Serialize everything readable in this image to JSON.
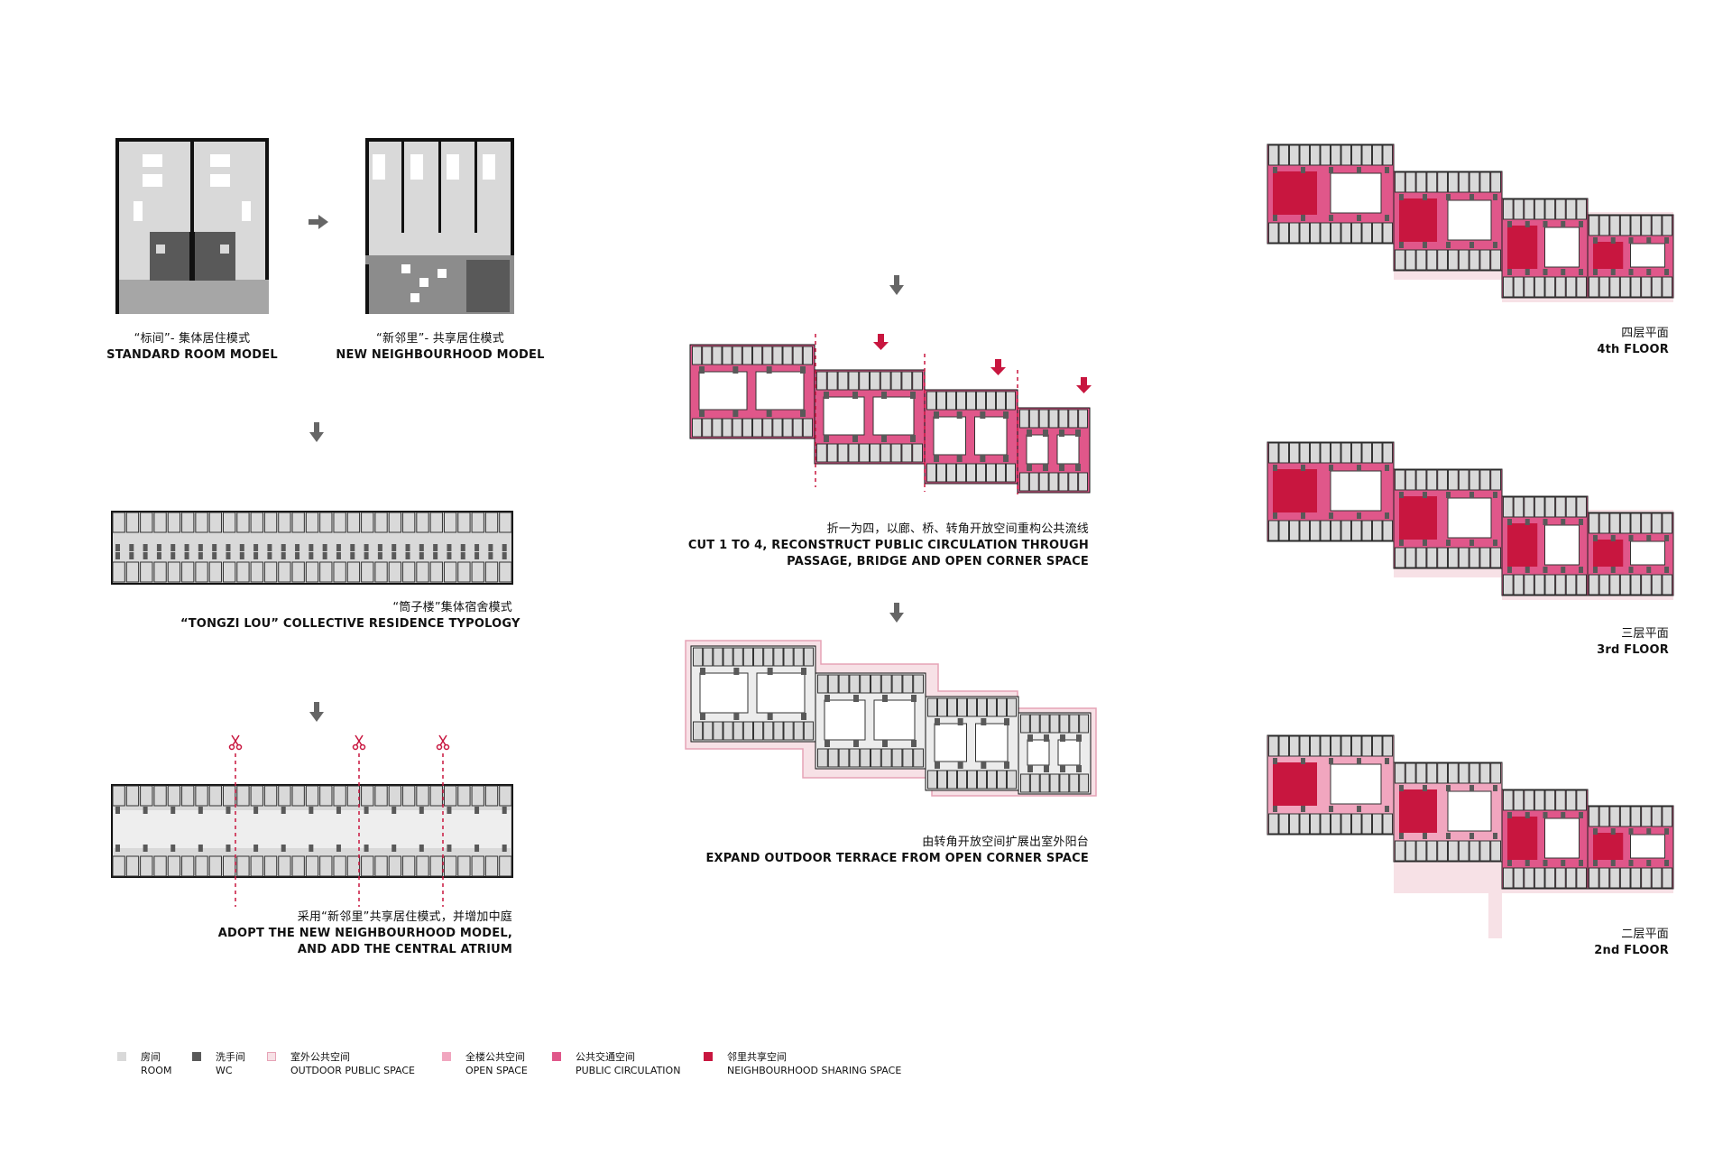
{
  "colors": {
    "room": "#d9d9d9",
    "wc": "#595959",
    "outdoor": "#f7e1e6",
    "open": "#f1a6bf",
    "circulation": "#e0578a",
    "sharing": "#c8163f",
    "scissor": "#c8163f",
    "cut_line": "#c8163f"
  },
  "steps": {
    "standard": {
      "zh": "“标间”- 集体居住模式",
      "en": "STANDARD ROOM MODEL"
    },
    "neighbourhood": {
      "zh": "“新邻里”- 共享居住模式",
      "en": "NEW NEIGHBOURHOOD MODEL"
    },
    "tongzi": {
      "zh": "“筒子楼”集体宿舍模式",
      "en": "“TONGZI LOU” COLLECTIVE RESIDENCE TYPOLOGY"
    },
    "adopt": {
      "zh": "采用“新邻里”共享居住模式，并增加中庭",
      "en1": "ADOPT THE NEW  NEIGHBOURHOOD MODEL,",
      "en2": "AND ADD THE  CENTRAL ATRIUM"
    },
    "cut": {
      "zh": "折一为四，以廊、桥、转角开放空间重构公共流线",
      "en1": "CUT 1 TO 4, RECONSTRUCT PUBLIC CIRCULATION THROUGH",
      "en2": "PASSAGE, BRIDGE AND OPEN CORNER SPACE"
    },
    "expand": {
      "zh": "由转角开放空间扩展出室外阳台",
      "en": "EXPAND OUTDOOR TERRACE FROM OPEN CORNER SPACE"
    }
  },
  "floors": [
    {
      "zh": "四层平面",
      "en": "4th FLOOR"
    },
    {
      "zh": "三层平面",
      "en": "3rd FLOOR"
    },
    {
      "zh": "二层平面",
      "en": "2nd FLOOR"
    }
  ],
  "legend": [
    {
      "zh": "房间",
      "en": "ROOM",
      "color": "#d9d9d9"
    },
    {
      "zh": "洗手间",
      "en": "WC",
      "color": "#595959"
    },
    {
      "zh": "室外公共空间",
      "en": "OUTDOOR PUBLIC SPACE",
      "color": "#f7e1e6"
    },
    {
      "zh": "全楼公共空间",
      "en": "OPEN SPACE",
      "color": "#f1a6bf"
    },
    {
      "zh": "公共交通空间",
      "en": "PUBLIC CIRCULATION",
      "color": "#e0578a"
    },
    {
      "zh": "邻里共享空间",
      "en": "NEIGHBOURHOOD SHARING SPACE",
      "color": "#c8163f"
    }
  ]
}
